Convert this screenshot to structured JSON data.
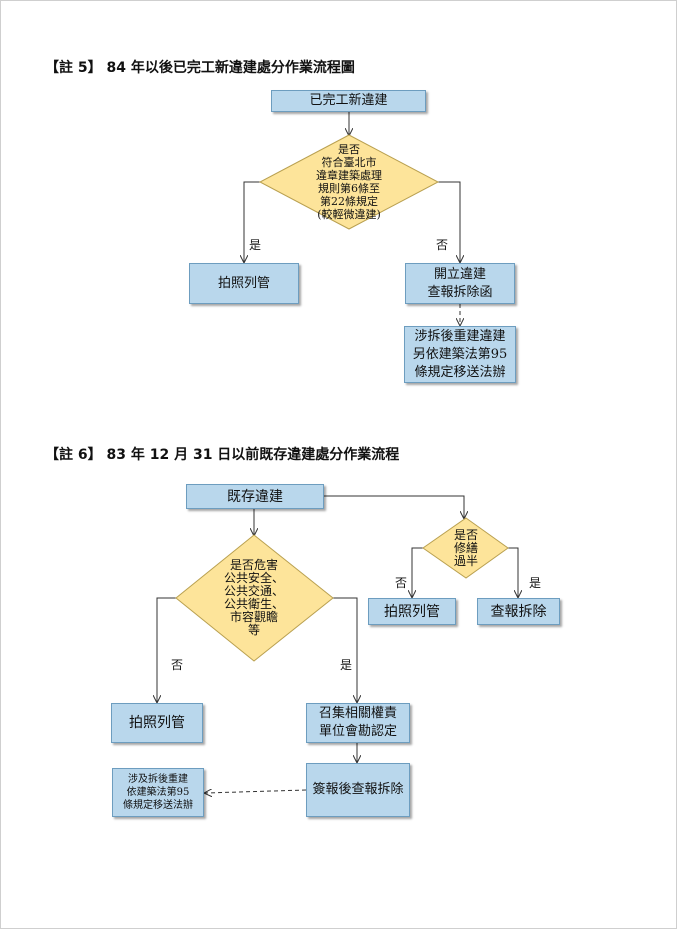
{
  "section5": {
    "title": "【註 5】 84 年以後已完工新違建處分作業流程圖",
    "start": "已完工新違建",
    "decision": "是否\n符合臺北市\n違章建築處理\n規則第6條至\n第22條規定\n(較輕微違建)",
    "yes_label": "是",
    "no_label": "否",
    "photo": "拍照列管",
    "report": "開立違建\n查報拆除函",
    "referral": "涉拆後重建違建\n另依建築法第95\n條規定移送法辦"
  },
  "section6": {
    "title": "【註 6】 83 年 12 月 31 日以前既存違建處分作業流程",
    "start": "既存違建",
    "decision_repair": "是否\n修繕\n過半",
    "no_label_repair": "否",
    "yes_label_repair": "是",
    "photo_repair": "拍照列管",
    "report_repair": "查報拆除",
    "decision_hazard": "是否危害\n公共安全、\n公共交通、\n公共衛生、\n市容觀瞻\n等",
    "no_label_hazard": "否",
    "yes_label_hazard": "是",
    "photo_hazard": "拍照列管",
    "convene": "召集相關權責\n單位會勘認定",
    "sign": "簽報後查報拆除",
    "referral": "涉及拆後重建\n依建築法第95\n條規定移送法辦"
  }
}
